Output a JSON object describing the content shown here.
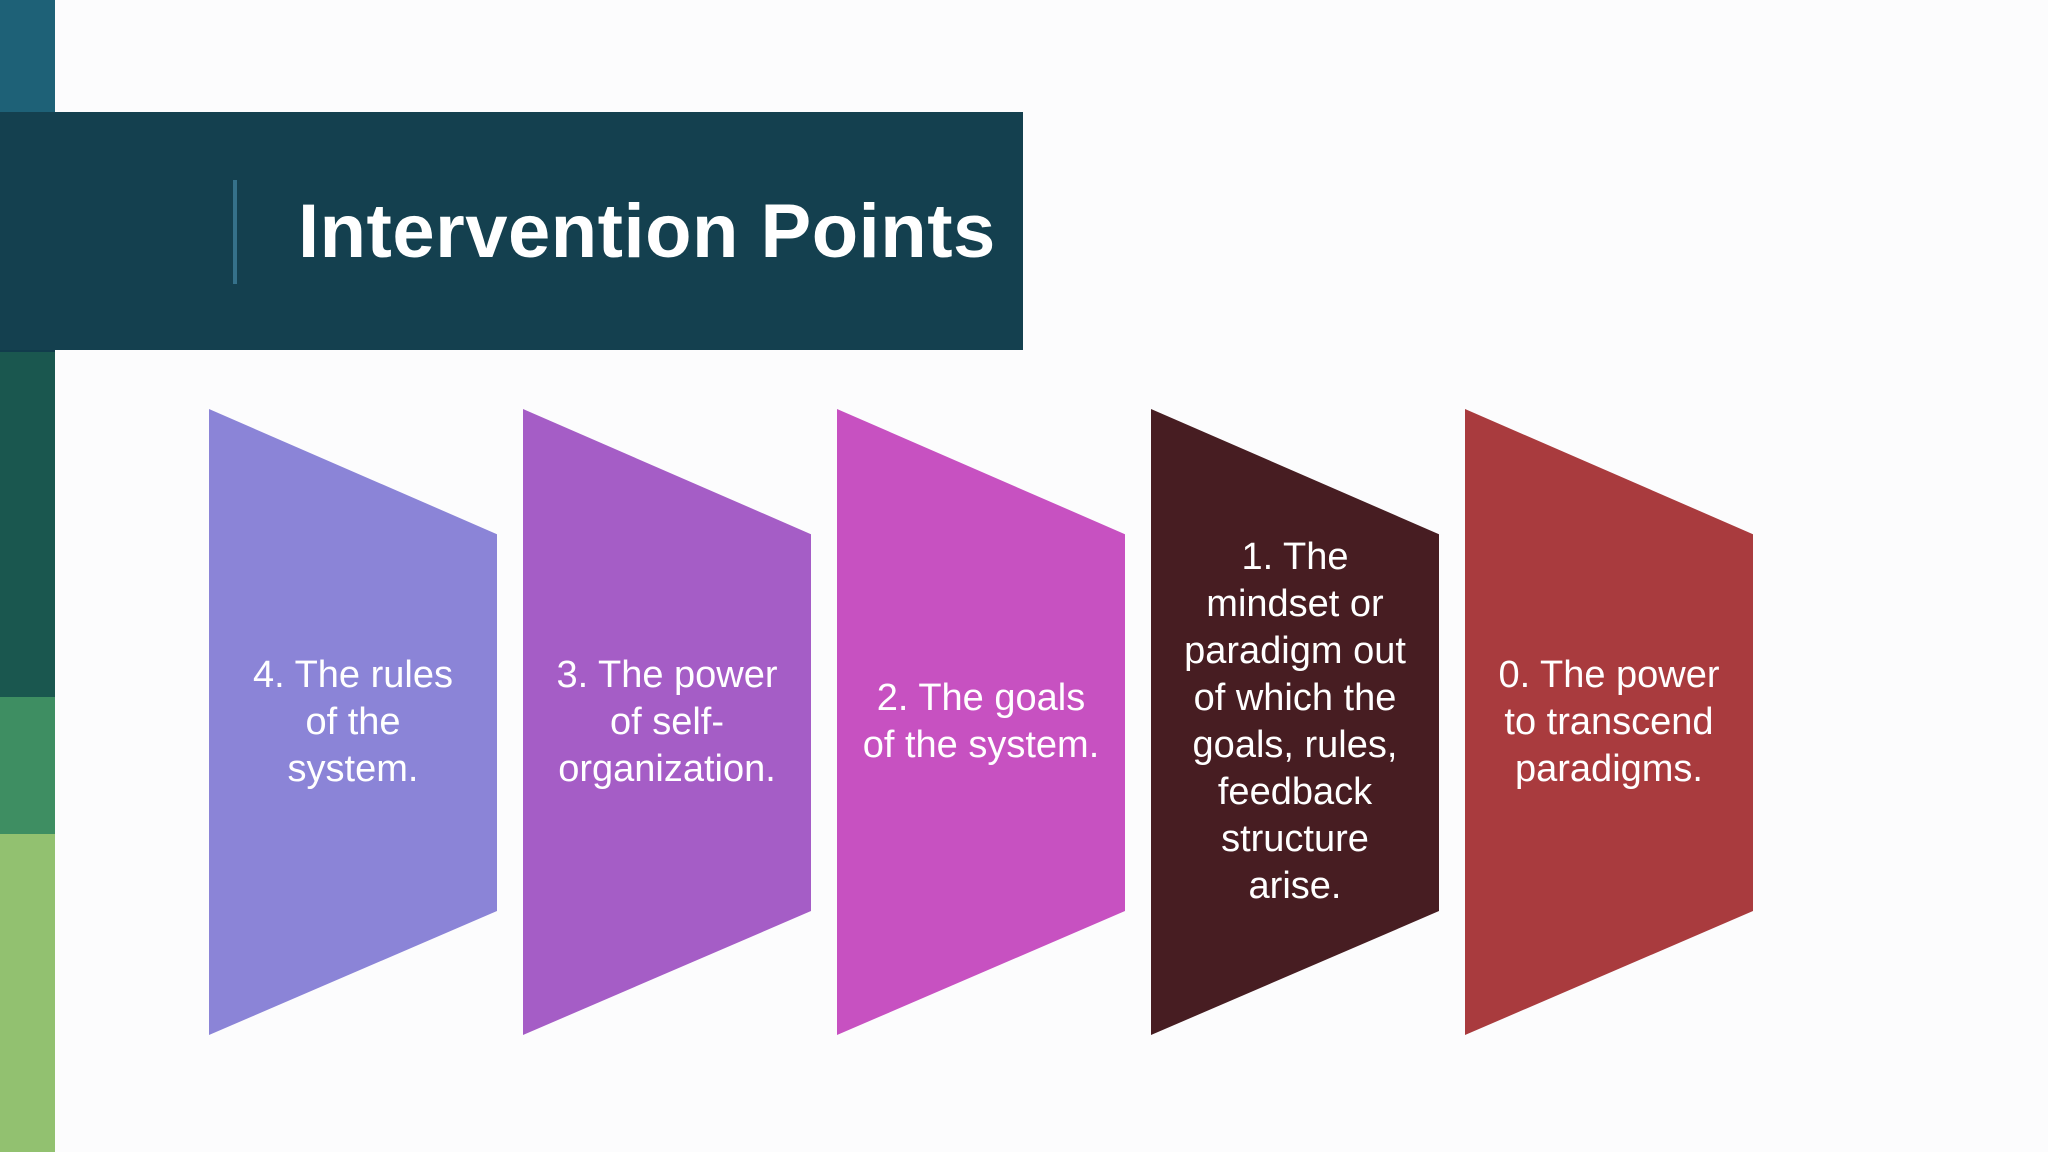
{
  "slide": {
    "title": "Intervention Points",
    "background_color": "#fcfcfd",
    "banner": {
      "color": "#14404f",
      "accent_line_color": "#35718a",
      "text_color": "#ffffff"
    },
    "sidebar_segments": [
      {
        "name": "teal",
        "color": "#1e6177"
      },
      {
        "name": "dark-navy",
        "color": "#113c4c"
      },
      {
        "name": "dark-green",
        "color": "#1a574f"
      },
      {
        "name": "green",
        "color": "#3e8e62"
      },
      {
        "name": "light-green",
        "color": "#92c170"
      }
    ],
    "steps": [
      {
        "id": "step-4",
        "color": "#8b84d7",
        "text": "4. The rules of the system.",
        "lines": [
          "4. The rules",
          "of the",
          "system."
        ]
      },
      {
        "id": "step-3",
        "color": "#a55dc6",
        "text": "3. The power of self-organization.",
        "lines": [
          "3. The power",
          "of self-",
          "organization."
        ]
      },
      {
        "id": "step-2",
        "color": "#c751c1",
        "text": "2. The goals of the system.",
        "lines": [
          "2. The goals",
          "of the system."
        ]
      },
      {
        "id": "step-1",
        "color": "#471d22",
        "text": "1. The mindset or paradigm out of which the goals, rules, feedback structure arise.",
        "lines": [
          "1. The",
          "mindset or",
          "paradigm out",
          "of which the",
          "goals, rules,",
          "feedback",
          "structure",
          "arise."
        ]
      },
      {
        "id": "step-0",
        "color": "#a93b3e",
        "text": "0. The power to transcend paradigms.",
        "lines": [
          "0. The power",
          "to transcend",
          "paradigms."
        ]
      }
    ]
  }
}
